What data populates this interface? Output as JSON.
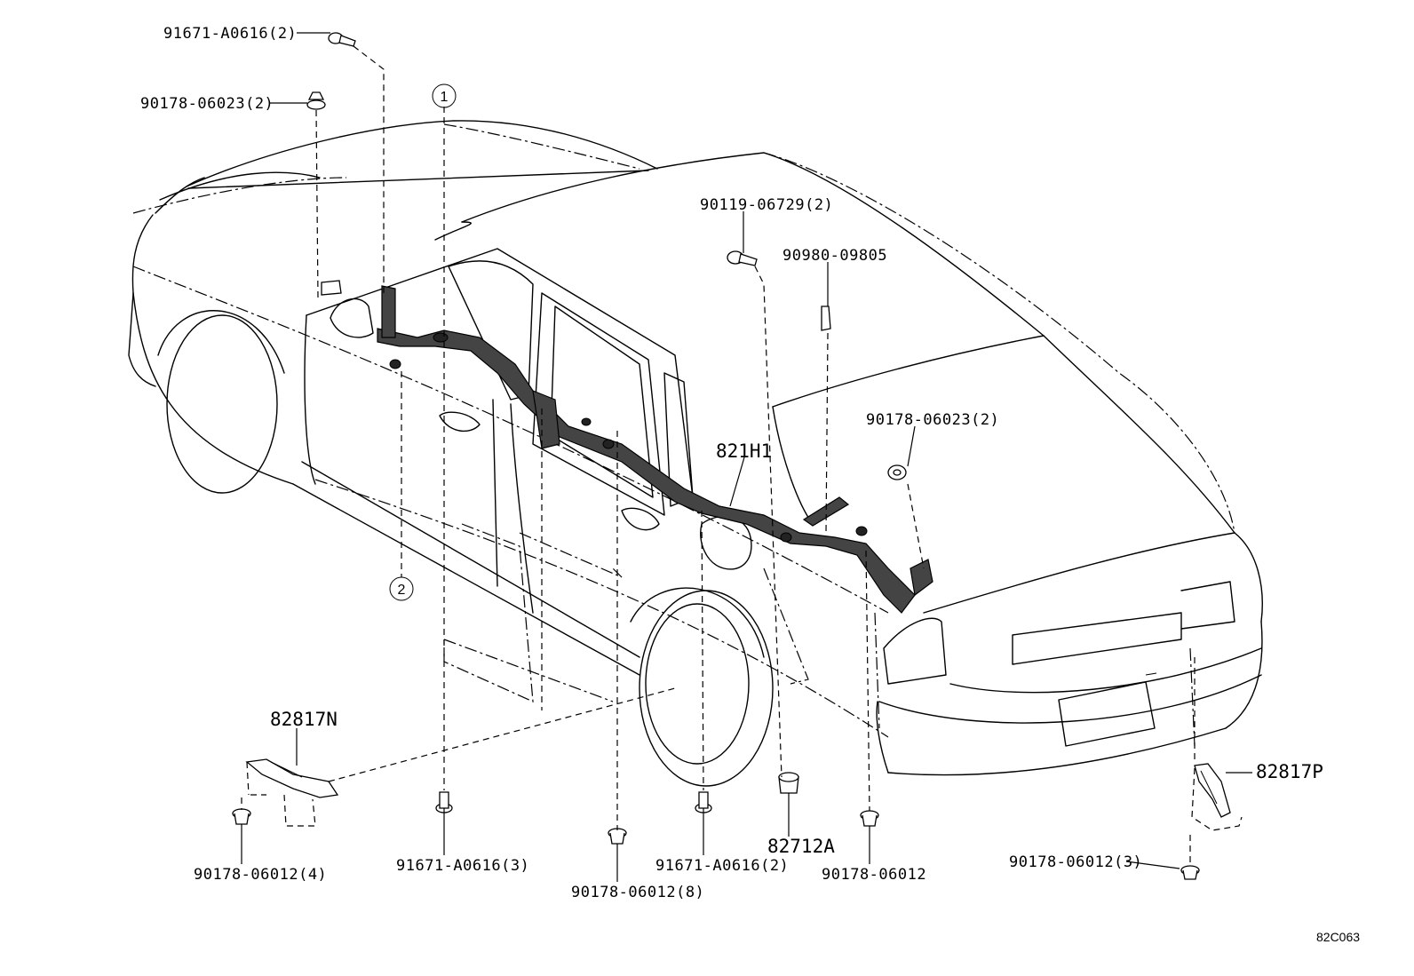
{
  "callouts": {
    "c1": "91671-A0616(2)",
    "c2": "90178-06023(2)",
    "c3": "90119-06729(2)",
    "c4": "90980-09805",
    "c5": "90178-06023(2)",
    "c6": "821H1",
    "c7": "82817N",
    "c8": "82817P",
    "c9": "82712A",
    "c10": "90178-06012(4)",
    "c11": "91671-A0616(3)",
    "c12": "90178-06012(8)",
    "c13": "91671-A0616(2)",
    "c14": "90178-06012",
    "c15": "90178-06012(3)"
  },
  "circle_marks": {
    "m1": "1",
    "m2": "2"
  },
  "diagram_code": "82C063"
}
